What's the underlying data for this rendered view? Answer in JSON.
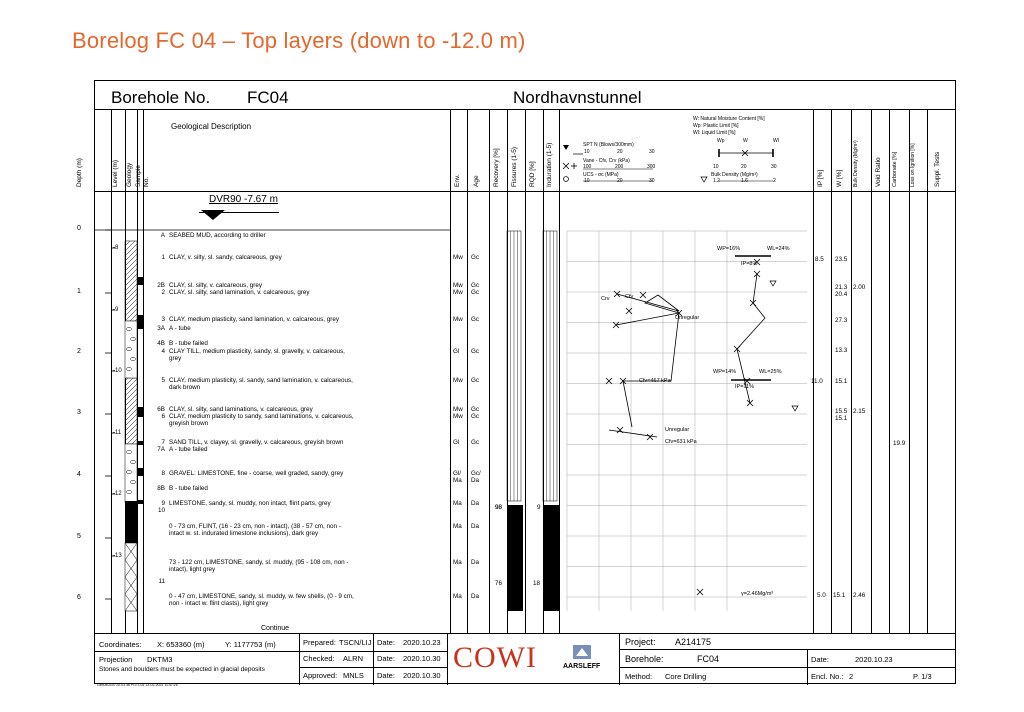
{
  "page_title": "Borelog FC 04 – Top layers (down to -12.0 m)",
  "header": {
    "borehole_label": "Borehole No.",
    "borehole_no": "FC04",
    "site": "Nordhavnstunnel"
  },
  "columns": {
    "depth": "Depth (m)",
    "level": "Level (m)",
    "geology": "Geology",
    "sample": "Sample",
    "no": "No.",
    "geo_desc": "Geological Description",
    "env": "Env.",
    "age": "Age",
    "recovery": "Recovery [%]",
    "fissures": "Fissures (1-5)",
    "rqd": "RQD [%]",
    "induration": "Induration (1-5)",
    "ip": "IP [%]",
    "w": "W [%]",
    "bulk_density": "Bulk Density (Mg/m³)",
    "void_ratio": "Void Ratio",
    "carbonate": "Carbonate [%]",
    "loss_ignition": "Loss on Ignition [%]",
    "suppl_tests": "Suppl. Tests"
  },
  "legend": {
    "w_line1": "W: Natural Moisture Content [%]",
    "w_line2": "Wp: Plastic Limit [%]",
    "w_line3": "Wl: Liquid Limit [%]",
    "wp": "Wp",
    "w": "W",
    "wl": "Wl",
    "w_ticks": [
      "10",
      "20",
      "30"
    ],
    "spt": "SPT N (Blows/300mm)",
    "spt_ticks": [
      "10",
      "20",
      "30"
    ],
    "vane": "Vane - Cfv, Crv (kPa)",
    "vane_ticks": [
      "100",
      "200",
      "300"
    ],
    "ucs": "UCS - σc (MPa)",
    "ucs_ticks": [
      "10",
      "20",
      "30"
    ],
    "bulk": "Bulk Density (Mg/m³)",
    "bulk_ticks": [
      "1.2",
      "1.6",
      "2"
    ]
  },
  "datum": "DVR90 -7.67 m",
  "depth_ticks": [
    "0",
    "1",
    "2",
    "3",
    "4",
    "5",
    "6"
  ],
  "level_ticks": [
    "-8",
    "-9",
    "-10",
    "-11",
    "-12",
    "-13"
  ],
  "layers": [
    {
      "no": "A",
      "desc": "SEABED MUD, according to driller",
      "env": "",
      "age": ""
    },
    {
      "no": "1",
      "desc": "CLAY, v. silty, sl. sandy, calcareous, grey",
      "env": "Mw",
      "age": "Gc"
    },
    {
      "no": "2B",
      "desc": "CLAY, sl. silty, v. calcareous, grey",
      "env": "Mw",
      "age": "Gc"
    },
    {
      "no": "2",
      "desc": "CLAY, sl. silty, sand lamination, v. calcareous, grey",
      "env": "Mw",
      "age": "Gc"
    },
    {
      "no": "3",
      "desc": "CLAY, medium plasticity, sand lamination, v. calcareous, grey",
      "env": "Mw",
      "age": "Gc"
    },
    {
      "no": "3A",
      "desc": "A - tube",
      "env": "",
      "age": ""
    },
    {
      "no": "4B",
      "desc": "B - tube failed",
      "env": "",
      "age": ""
    },
    {
      "no": "4",
      "desc": "CLAY TILL, medium plasticity, sandy, sl. gravelly, v. calcareous,",
      "desc2": "grey",
      "env": "Gl",
      "age": "Gc"
    },
    {
      "no": "5",
      "desc": "CLAY, medium plasticity, sl. sandy, sand lamination, v. calcareous,",
      "desc2": "dark brown",
      "env": "Mw",
      "age": "Gc"
    },
    {
      "no": "6B",
      "desc": "CLAY, sl. silty, sand laminations, v. calcareous, grey",
      "env": "Mw",
      "age": "Gc"
    },
    {
      "no": "6",
      "desc": "CLAY, medium plasticity to sandy, sand laminations, v. calcareous,",
      "desc2": "greyish brown",
      "env": "Mw",
      "age": "Gc"
    },
    {
      "no": "7",
      "desc": "SAND TILL, v. clayey, sl. gravelly, v. calcareous, greyish brown",
      "env": "Gl",
      "age": "Gc"
    },
    {
      "no": "7A",
      "desc": "A - tube failed",
      "env": "",
      "age": ""
    },
    {
      "no": "8",
      "desc": "GRAVEL: LIMESTONE, fine - coarse, well graded, sandy, grey",
      "env": "Gl/",
      "env2": "Ma",
      "age": "Gc/",
      "age2": "Da"
    },
    {
      "no": "8B",
      "desc": "B - tube failed",
      "env": "",
      "age": ""
    },
    {
      "no": "9",
      "desc": "LIMESTONE, sandy, sl. muddy, non intact, flint parts, grey",
      "env": "Ma",
      "age": "Da"
    },
    {
      "no": "10",
      "desc": "",
      "env": "",
      "age": ""
    },
    {
      "no": "",
      "desc": "0 - 73 cm, FLINT, (16 - 23 cm, non - intact), (38 - 57 cm, non -",
      "desc2": "intact w. st. indurated limestone inclusions), dark grey",
      "env": "Ma",
      "age": "Da"
    },
    {
      "no": "",
      "desc": "73 - 122 cm, LIMESTONE, sandy, sl. muddy, (95 - 108 cm, non -",
      "desc2": "intact), light grey",
      "env": "Ma",
      "age": "Da"
    },
    {
      "no": "11",
      "desc": "",
      "env": "",
      "age": ""
    },
    {
      "no": "",
      "desc": "0 - 47 cm, LIMESTONE, sandy, sl. muddy, w. few shells, (0 - 9 cm,",
      "desc2": "non - intact w. flint clasts), light grey",
      "env": "Ma",
      "age": "Da"
    }
  ],
  "continue_label": "Continue",
  "lab_values": {
    "ip": [
      "8.5",
      "11.0",
      "5.0"
    ],
    "w": [
      "23.5",
      "21.3",
      "20.4",
      "27.3",
      "13.3",
      "15.1",
      "15.5",
      "15.1"
    ],
    "bulk": [
      "2.00",
      "2.15",
      "2.46"
    ],
    "carbonate": [
      "19.9"
    ],
    "recovery": [
      "98",
      "76"
    ],
    "rqd": [
      "9",
      "18"
    ]
  },
  "plot_labels": {
    "wp16": "WP=16%",
    "wl24": "WL=24%",
    "ip8": "IP=8%",
    "crv": "Crv",
    "cfv": "Cfv",
    "unregular1": "Unregular",
    "cfv467": "Cfv=467 kPa",
    "wp14": "WP=14%",
    "wl25": "WL=25%",
    "ip11": "IP=11%",
    "unregular2": "Unregular",
    "cfv631": "Cfv=631 kPa",
    "bulk246": "γ=2.46Mg/m³"
  },
  "footer": {
    "coordinates_label": "Coordinates:",
    "x": "X: 653360 (m)",
    "y": "Y: 1177753 (m)",
    "projection_label": "Projection",
    "projection": "DKTM3",
    "note": "Stones and boulders must be expected in glacial deposits",
    "prepared_label": "Prepared:",
    "prepared": "TSCN/LIJ",
    "checked_label": "Checked:",
    "checked": "ALRN",
    "approved_label": "Approved:",
    "approved": "MNLS",
    "date_label": "Date:",
    "date1": "2020.10.23",
    "date2": "2020.10.30",
    "date3": "2020.10.30",
    "logo_cowi": "COWI",
    "logo_aarsleff": "AARSLEFF",
    "project_label": "Project:",
    "project": "A214175",
    "borehole_label": "Borehole:",
    "borehole": "FC04",
    "method_label": "Method:",
    "method": "Core Drilling",
    "date_r_label": "Date:",
    "date_r": "2020.10.23",
    "encl_label": "Encl. No.:",
    "encl": "2",
    "page": "P. 1/3",
    "stamp": "Geo040220 20.03.36 PGTC01 13-02-2021 11:47:26"
  }
}
